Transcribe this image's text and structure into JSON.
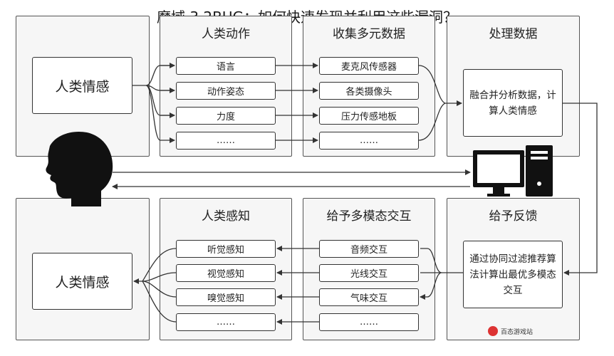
{
  "title": "魔域 3.2BUG：如何快速发现并利用这些漏洞？",
  "top_row": {
    "human_emotion": "人类情感",
    "actions_panel": {
      "title": "人类动作",
      "items": [
        "语言",
        "动作姿态",
        "力度",
        "……"
      ]
    },
    "collect_panel": {
      "title": "收集多元数据",
      "items": [
        "麦克风传感器",
        "各类摄像头",
        "压力传感地板",
        "……"
      ]
    },
    "process_panel": {
      "title": "处理数据",
      "text": "融合并分析数据，计算人类情感"
    }
  },
  "bottom_row": {
    "human_emotion": "人类情感",
    "perception_panel": {
      "title": "人类感知",
      "items": [
        "听觉感知",
        "视觉感知",
        "嗅觉感知",
        "……"
      ]
    },
    "interaction_panel": {
      "title": "给予多模态交互",
      "items": [
        "音频交互",
        "光线交互",
        "气味交互",
        "……"
      ]
    },
    "feedback_panel": {
      "title": "给予反馈",
      "text": "通过协同过滤推荐算法计算出最优多模态交互"
    }
  },
  "watermark": "百态游戏站",
  "icons": [
    "human-head-icon",
    "computer-icon"
  ]
}
